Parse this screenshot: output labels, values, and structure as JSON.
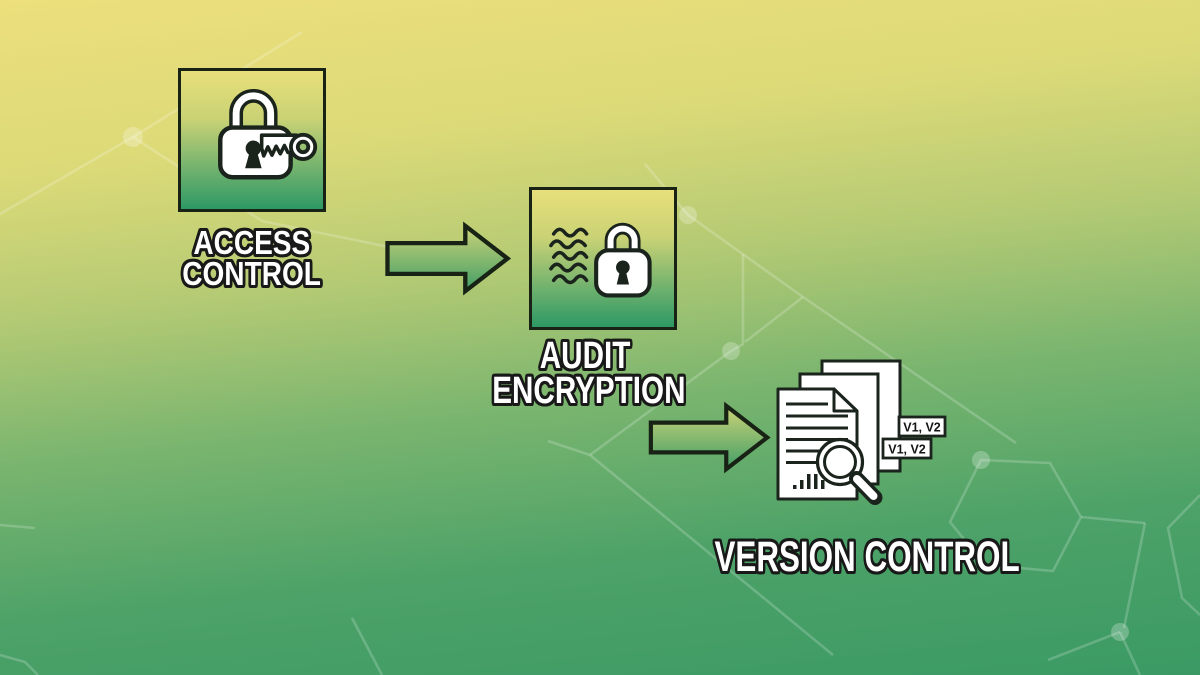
{
  "flow": {
    "steps": [
      {
        "name": "access-control",
        "label_line1": "ACCESS",
        "label_line2": "CONTROL",
        "icon": "lock-with-key"
      },
      {
        "name": "audit-encryption",
        "label_line1": "AUDIT",
        "label_line2": "ENCRYPTION",
        "icon": "lock-with-signal-waves"
      },
      {
        "name": "version-control",
        "label": "VERSION CONTROL",
        "icon": "document-stack-with-magnifier",
        "version_tags": [
          "V1, V2",
          "V1, V2"
        ]
      }
    ],
    "connectors": [
      {
        "type": "arrow-right"
      },
      {
        "type": "arrow-right"
      }
    ]
  },
  "colors": {
    "background_top": "#ecdf7c",
    "background_bottom": "#3b9a64",
    "box_gradient_top": "#e8df7a",
    "box_gradient_bottom": "#2d9964",
    "arrow_gradient_top": "#ccd378",
    "arrow_gradient_bottom": "#419e66",
    "outline_dark": "#1b241c",
    "icon_fill": "#ffffff",
    "label_fill": "#ffffff",
    "pattern_line": "#ffffff"
  }
}
